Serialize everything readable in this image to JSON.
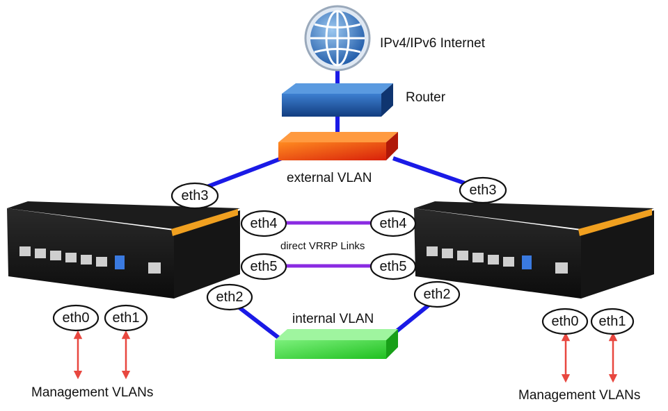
{
  "labels": {
    "internet": "IPv4/IPv6 Internet",
    "router": "Router",
    "external_vlan": "external VLAN",
    "internal_vlan": "internal VLAN",
    "vrrp": "direct  VRRP  Links",
    "mgmt_left": "Management VLANs",
    "mgmt_right": "Management VLANs"
  },
  "interfaces": {
    "left": {
      "eth0": "eth0",
      "eth1": "eth1",
      "eth2": "eth2",
      "eth3": "eth3",
      "eth4": "eth4",
      "eth5": "eth5"
    },
    "right": {
      "eth0": "eth0",
      "eth1": "eth1",
      "eth2": "eth2",
      "eth3": "eth3",
      "eth4": "eth4",
      "eth5": "eth5"
    }
  },
  "colors": {
    "vlan_link": "#1a1ae6",
    "vrrp_link": "#8a2be2",
    "mgmt_arrow": "#e8473f",
    "router": "#1f5fb0",
    "external_switch": "#f04a10",
    "internal_switch": "#3ed83e",
    "globe": "#3a78c8"
  }
}
